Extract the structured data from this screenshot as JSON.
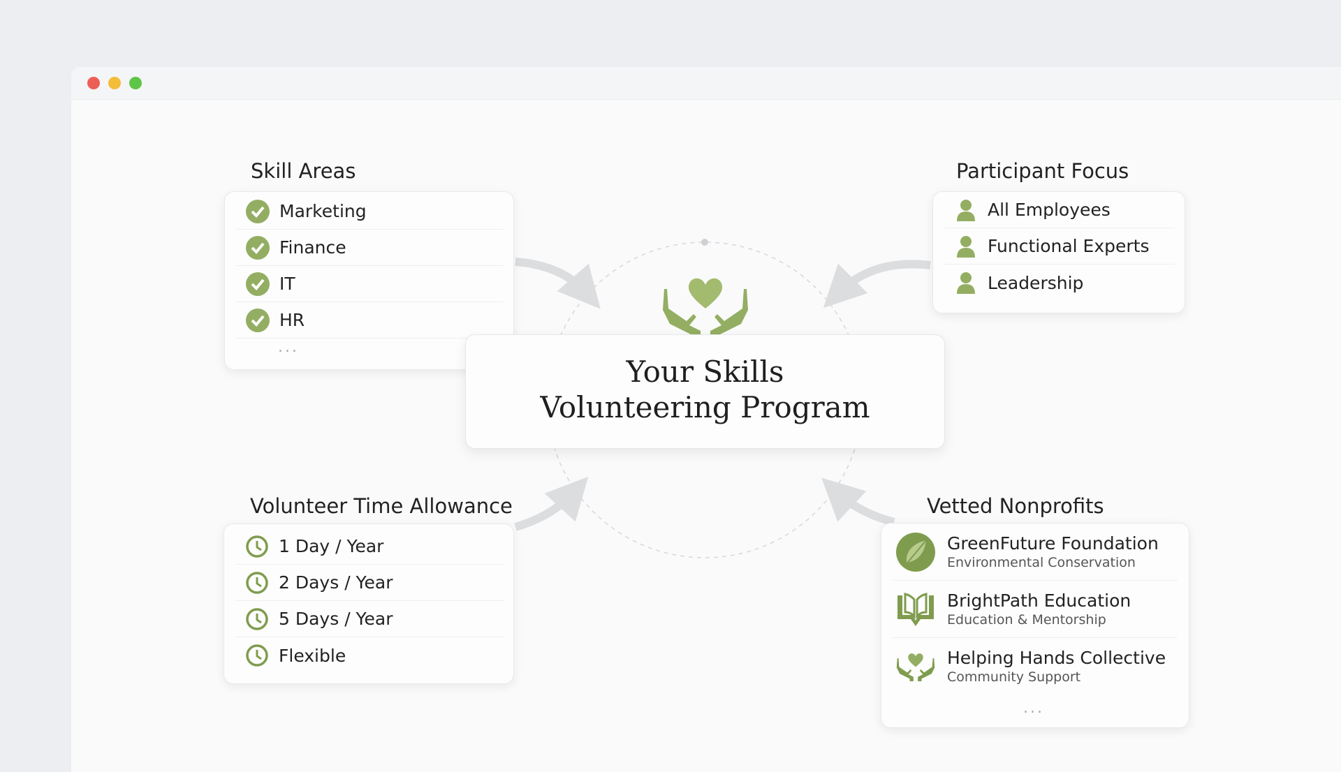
{
  "window": {
    "controls": [
      "close",
      "minimize",
      "maximize"
    ]
  },
  "colors": {
    "accent": "#93ae62",
    "text": "#222222",
    "arrow": "#dcdddf"
  },
  "center": {
    "title_line1": "Your Skills",
    "title_line2": "Volunteering Program",
    "icon": "heart-hands-icon"
  },
  "skill_areas": {
    "title": "Skill Areas",
    "items": [
      "Marketing",
      "Finance",
      "IT",
      "HR"
    ],
    "more": "..."
  },
  "participant_focus": {
    "title": "Participant Focus",
    "items": [
      "All Employees",
      "Functional Experts",
      "Leadership"
    ]
  },
  "time_allowance": {
    "title": "Volunteer Time Allowance",
    "items": [
      "1 Day / Year",
      "2 Days / Year",
      "5 Days / Year",
      "Flexible"
    ]
  },
  "nonprofits": {
    "title": "Vetted Nonprofits",
    "items": [
      {
        "name": "GreenFuture Foundation",
        "category": "Environmental Conservation",
        "icon": "leaf-icon"
      },
      {
        "name": "BrightPath Education",
        "category": "Education & Mentorship",
        "icon": "book-icon"
      },
      {
        "name": "Helping Hands Collective",
        "category": "Community Support",
        "icon": "heart-hands-icon"
      }
    ],
    "more": "..."
  }
}
